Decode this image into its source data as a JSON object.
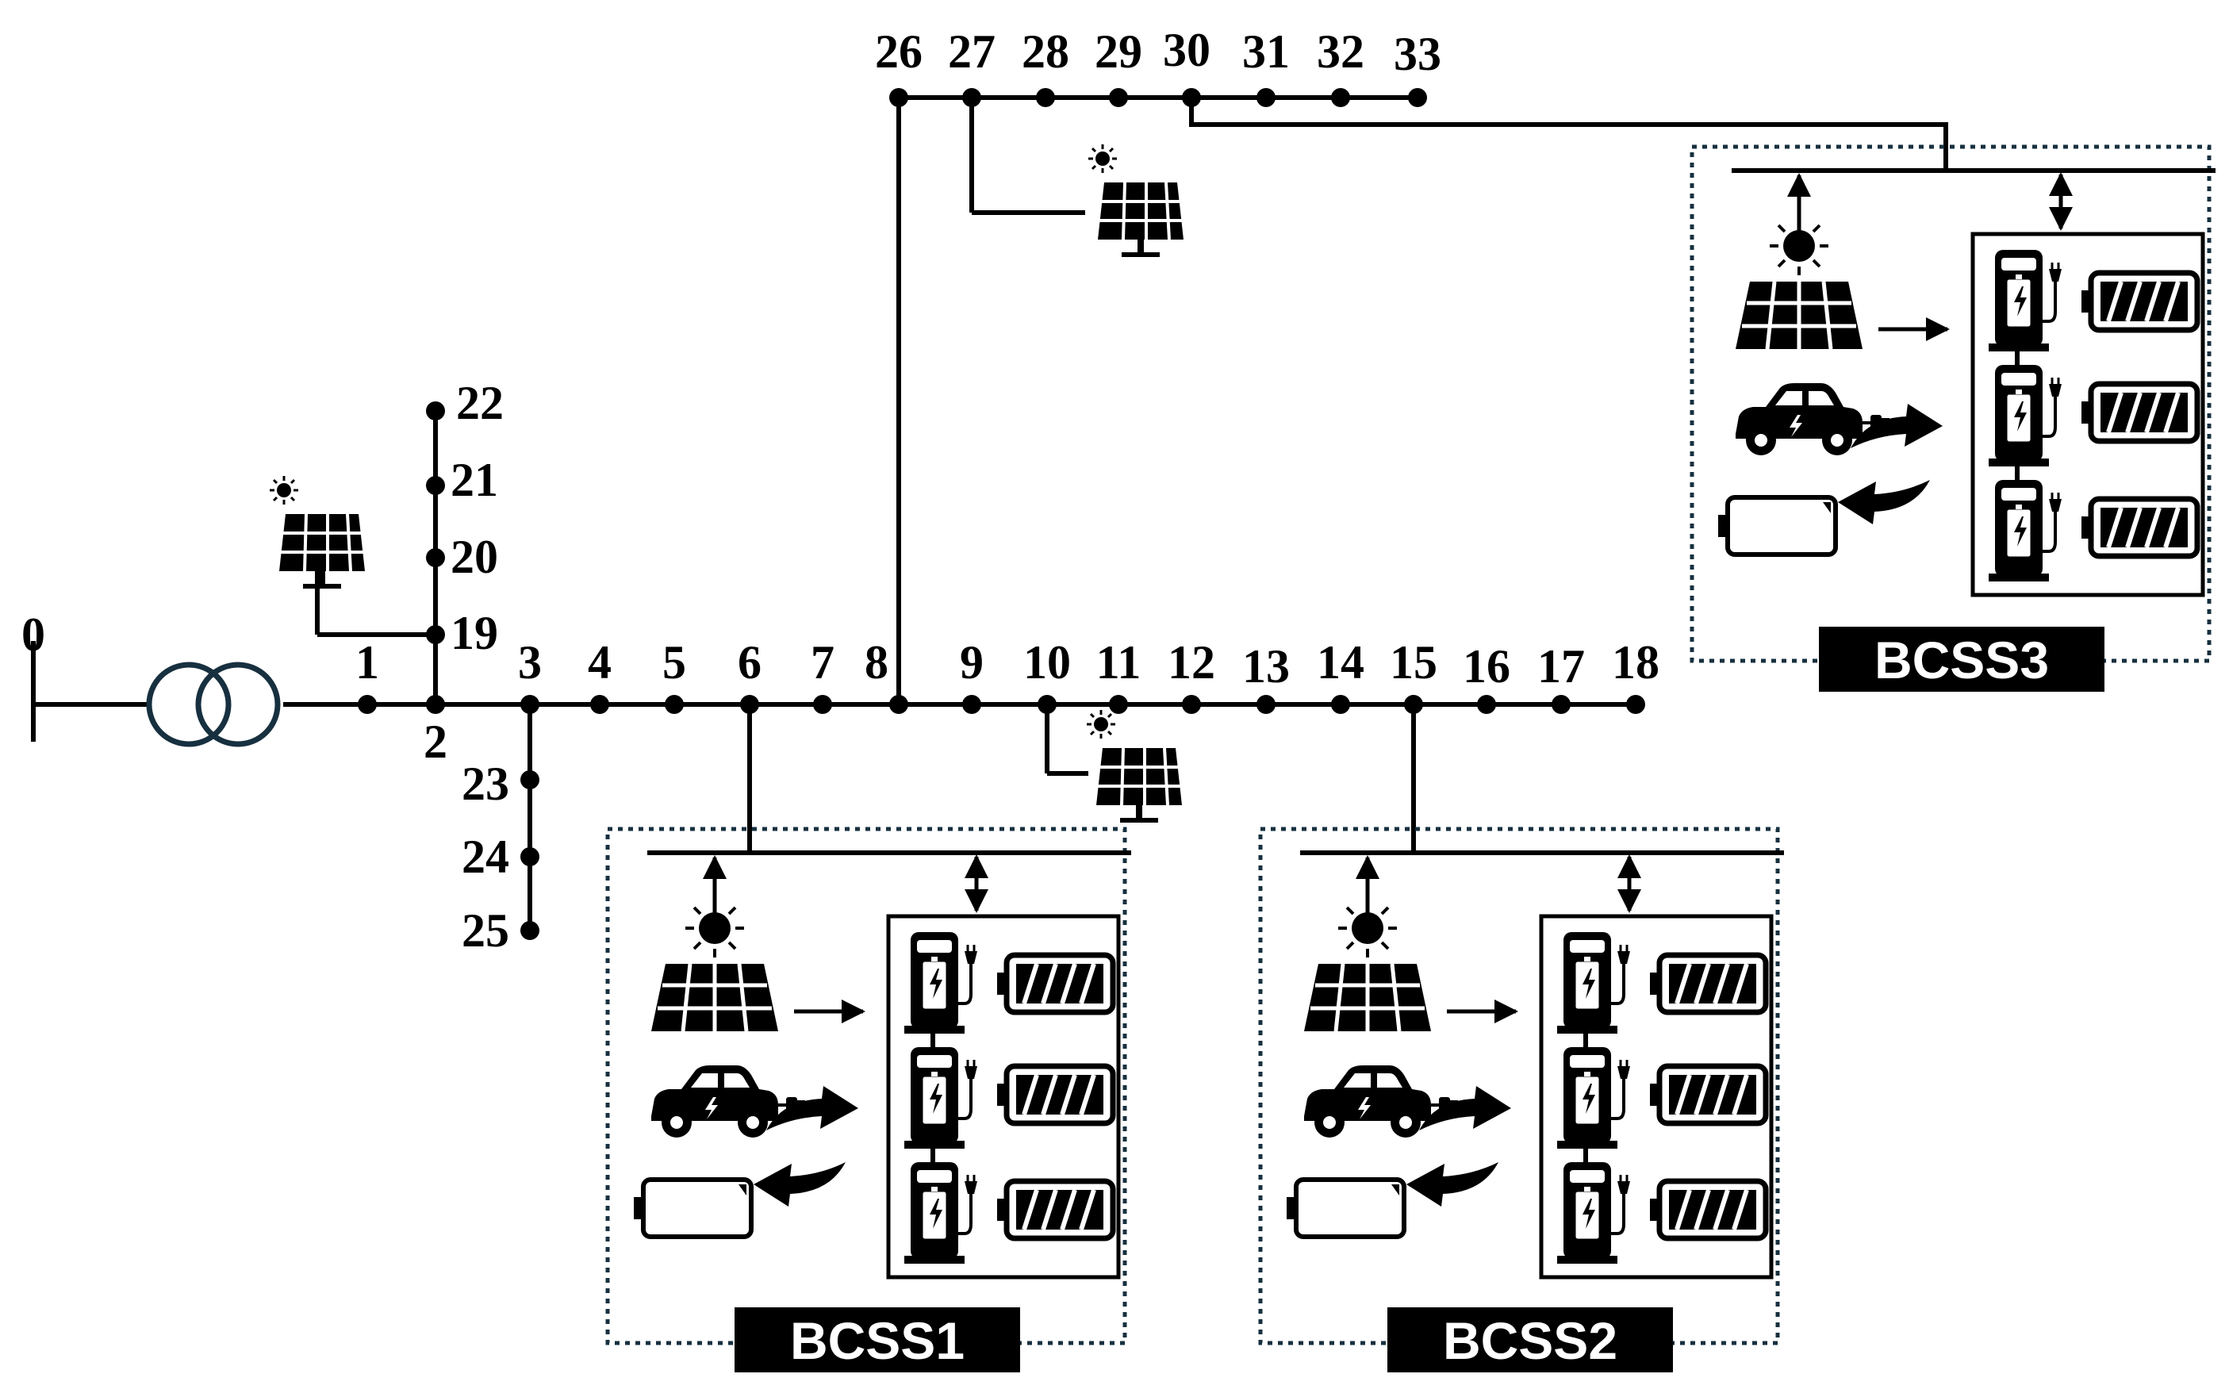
{
  "buses": {
    "n0": "0",
    "n1": "1",
    "n2": "2",
    "n3": "3",
    "n4": "4",
    "n5": "5",
    "n6": "6",
    "n7": "7",
    "n8": "8",
    "n9": "9",
    "n10": "10",
    "n11": "11",
    "n12": "12",
    "n13": "13",
    "n14": "14",
    "n15": "15",
    "n16": "16",
    "n17": "17",
    "n18": "18",
    "n19": "19",
    "n20": "20",
    "n21": "21",
    "n22": "22",
    "n23": "23",
    "n24": "24",
    "n25": "25",
    "n26": "26",
    "n27": "27",
    "n28": "28",
    "n29": "29",
    "n30": "30",
    "n31": "31",
    "n32": "32",
    "n33": "33"
  },
  "stations": {
    "s1": "BCSS1",
    "s2": "BCSS2",
    "s3": "BCSS3"
  },
  "icons": [
    "transformer-icon",
    "solar-panel-icon",
    "sun-icon",
    "electric-car-icon",
    "battery-icon",
    "charging-station-icon",
    "swap-arrows-icon"
  ]
}
